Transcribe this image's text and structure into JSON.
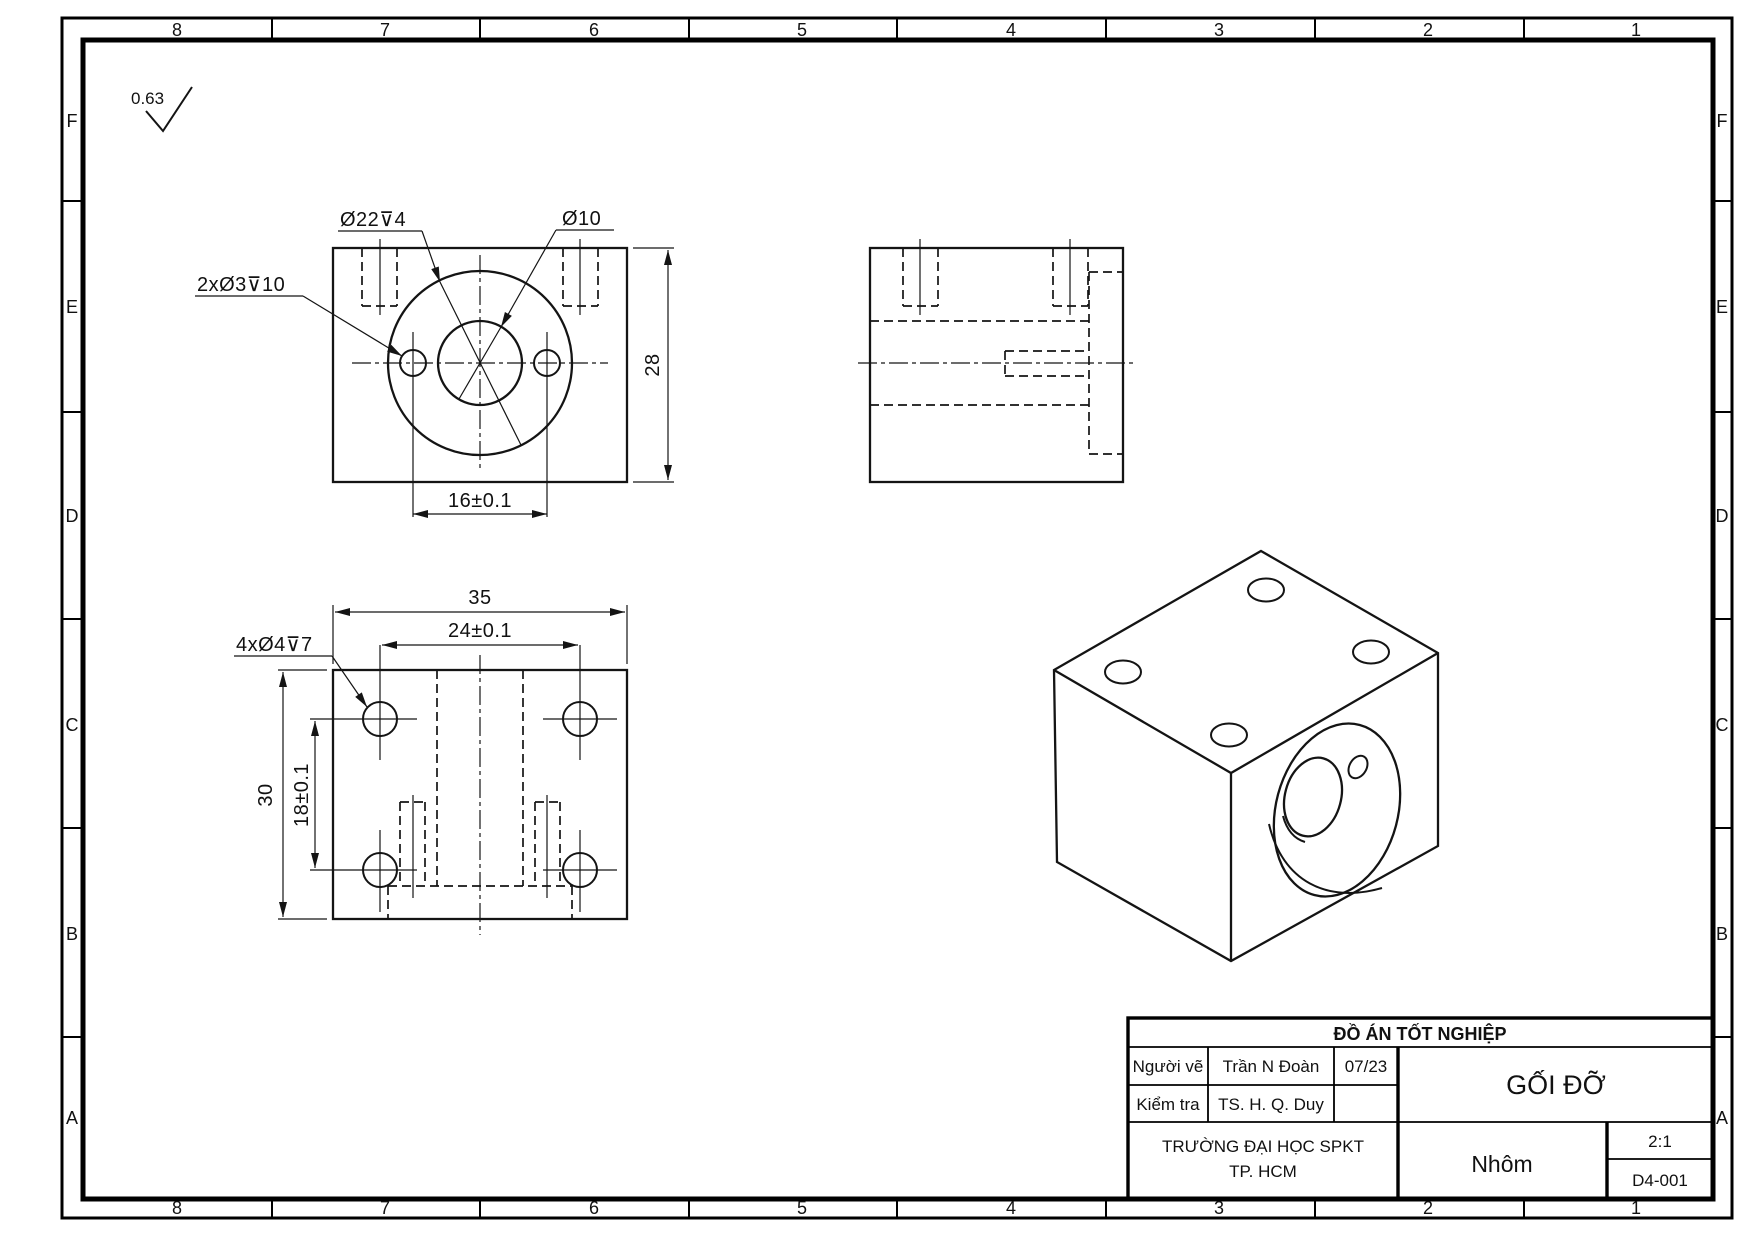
{
  "sheet": {
    "zone_numbers": [
      "8",
      "7",
      "6",
      "5",
      "4",
      "3",
      "2",
      "1"
    ],
    "zone_letters": [
      "F",
      "E",
      "D",
      "C",
      "B",
      "A"
    ],
    "surface_finish": "0.63"
  },
  "views": {
    "front": {
      "label_counterbore": "Ø22⊽4",
      "label_center_hole": "Ø10",
      "label_small_holes": "2xØ3⊽10",
      "dim_hole_spacing": "16±0.1",
      "dim_height": "28"
    },
    "top": {
      "label_corner_holes": "4xØ4⊽7",
      "dim_width": "35",
      "dim_hole_spacing_x": "24±0.1",
      "dim_depth": "30",
      "dim_hole_spacing_y": "18±0.1"
    }
  },
  "title_block": {
    "project": "ĐỒ ÁN TỐT NGHIỆP",
    "drawn_label": "Người vẽ",
    "drawn_name": "Trần N Đoàn",
    "drawn_date": "07/23",
    "checked_label": "Kiểm tra",
    "checked_name": "TS. H. Q. Duy",
    "school_line1": "TRƯỜNG ĐẠI HỌC SPKT",
    "school_line2": "TP. HCM",
    "part_name": "GỐI ĐỠ",
    "material": "Nhôm",
    "scale": "2:1",
    "drawing_no": "D4-001"
  }
}
